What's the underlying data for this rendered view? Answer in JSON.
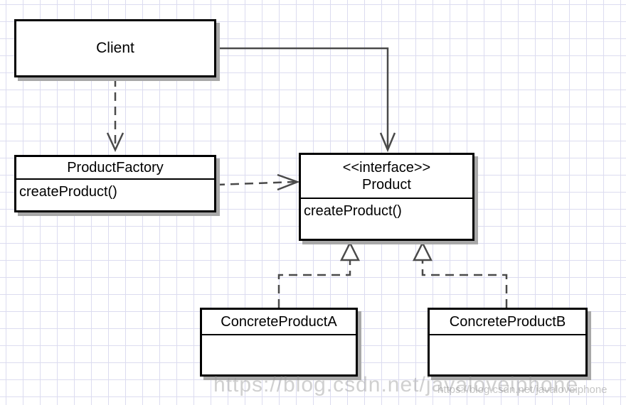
{
  "diagram": {
    "nodes": {
      "client": {
        "name": "Client"
      },
      "factory": {
        "name": "ProductFactory",
        "operation": "createProduct()"
      },
      "product": {
        "stereotype": "<<interface>>",
        "name": "Product",
        "operation": "createProduct()"
      },
      "product_a": {
        "name": "ConcreteProductA"
      },
      "product_b": {
        "name": "ConcreteProductB"
      }
    },
    "edges": [
      {
        "from": "Client",
        "to": "Product",
        "kind": "association"
      },
      {
        "from": "Client",
        "to": "ProductFactory",
        "kind": "dependency"
      },
      {
        "from": "ProductFactory",
        "to": "Product",
        "kind": "dependency"
      },
      {
        "from": "ConcreteProductA",
        "to": "Product",
        "kind": "realization"
      },
      {
        "from": "ConcreteProductB",
        "to": "Product",
        "kind": "realization"
      }
    ],
    "colors": {
      "line": "#4a4a4a",
      "border": "#000000",
      "shadow": "#a8a8a8",
      "grid": "#dcdcf0"
    }
  },
  "watermark": {
    "text": "https://blog.csdn.net/javaloveiphone",
    "small_text": "https://blog.csdn.net/javaloveiphone"
  }
}
